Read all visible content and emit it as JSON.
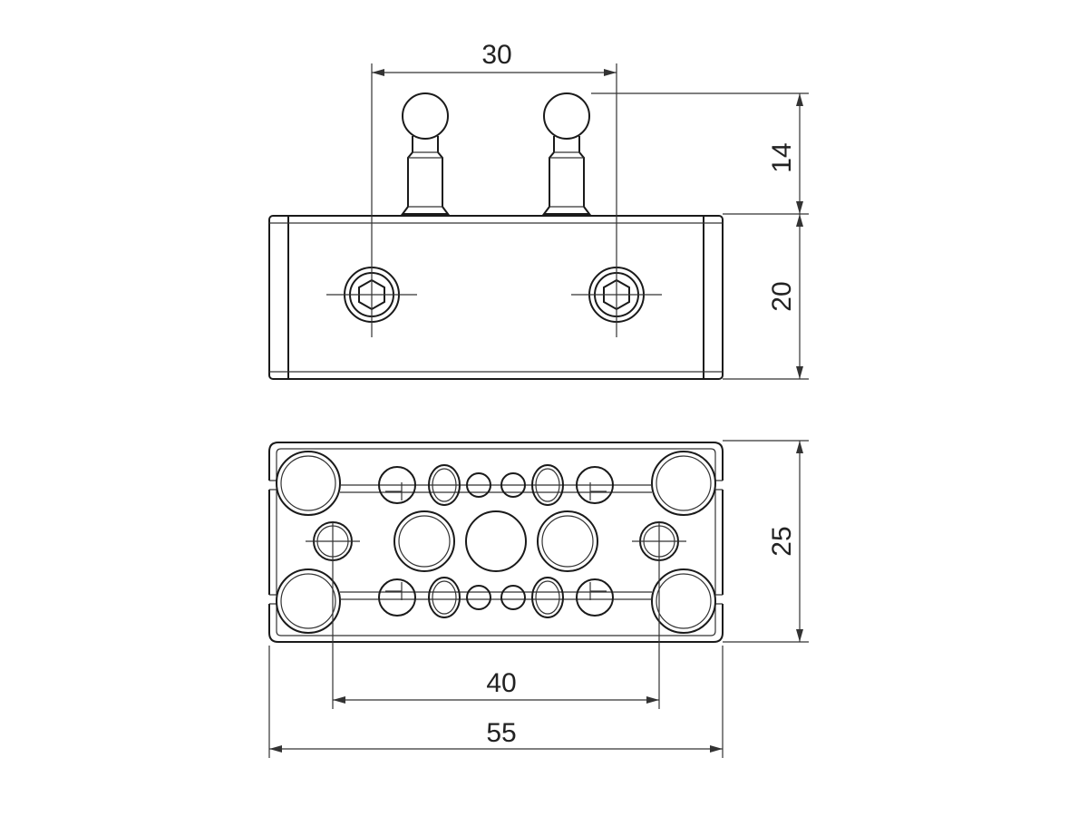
{
  "drawing": {
    "dimensions": {
      "pin_spacing": "30",
      "pin_height": "14",
      "body_height": "20",
      "width_depth": "25",
      "mount_hole_spacing": "40",
      "overall_length": "55"
    },
    "colors": {
      "line": "#1a1a1a",
      "background": "#ffffff"
    }
  }
}
